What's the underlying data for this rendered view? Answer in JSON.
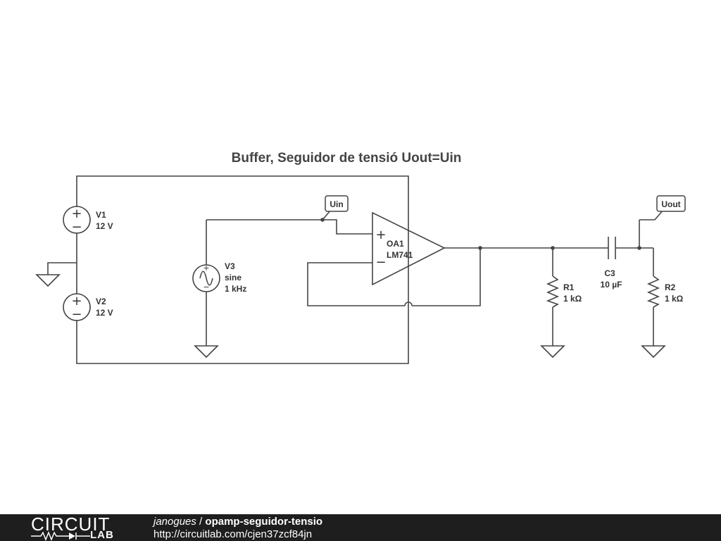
{
  "title": "Buffer, Seguidor de tensió Uout=Uin",
  "components": {
    "v1": {
      "name": "V1",
      "value": "12 V"
    },
    "v2": {
      "name": "V2",
      "value": "12 V"
    },
    "v3": {
      "name": "V3",
      "type": "sine",
      "value": "1 kHz"
    },
    "oa1": {
      "name": "OA1",
      "model": "LM741",
      "plus": "+",
      "minus": "−"
    },
    "r1": {
      "name": "R1",
      "value": "1 kΩ"
    },
    "r2": {
      "name": "R2",
      "value": "1 kΩ"
    },
    "c3": {
      "name": "C3",
      "value": "10 µF"
    }
  },
  "net_labels": {
    "uin": "Uin",
    "uout": "Uout"
  },
  "source_signs": {
    "plus": "+",
    "minus": "−"
  },
  "footer": {
    "logo_top": "CIRCUIT",
    "logo_bottom": "LAB",
    "user": "janogues",
    "separator": " / ",
    "project": "opamp-seguidor-tensio",
    "url": "http://circuitlab.com/cjen37zcf84jn"
  },
  "colors": {
    "wire": "#444444",
    "footer_bg": "#1e1e1e"
  }
}
